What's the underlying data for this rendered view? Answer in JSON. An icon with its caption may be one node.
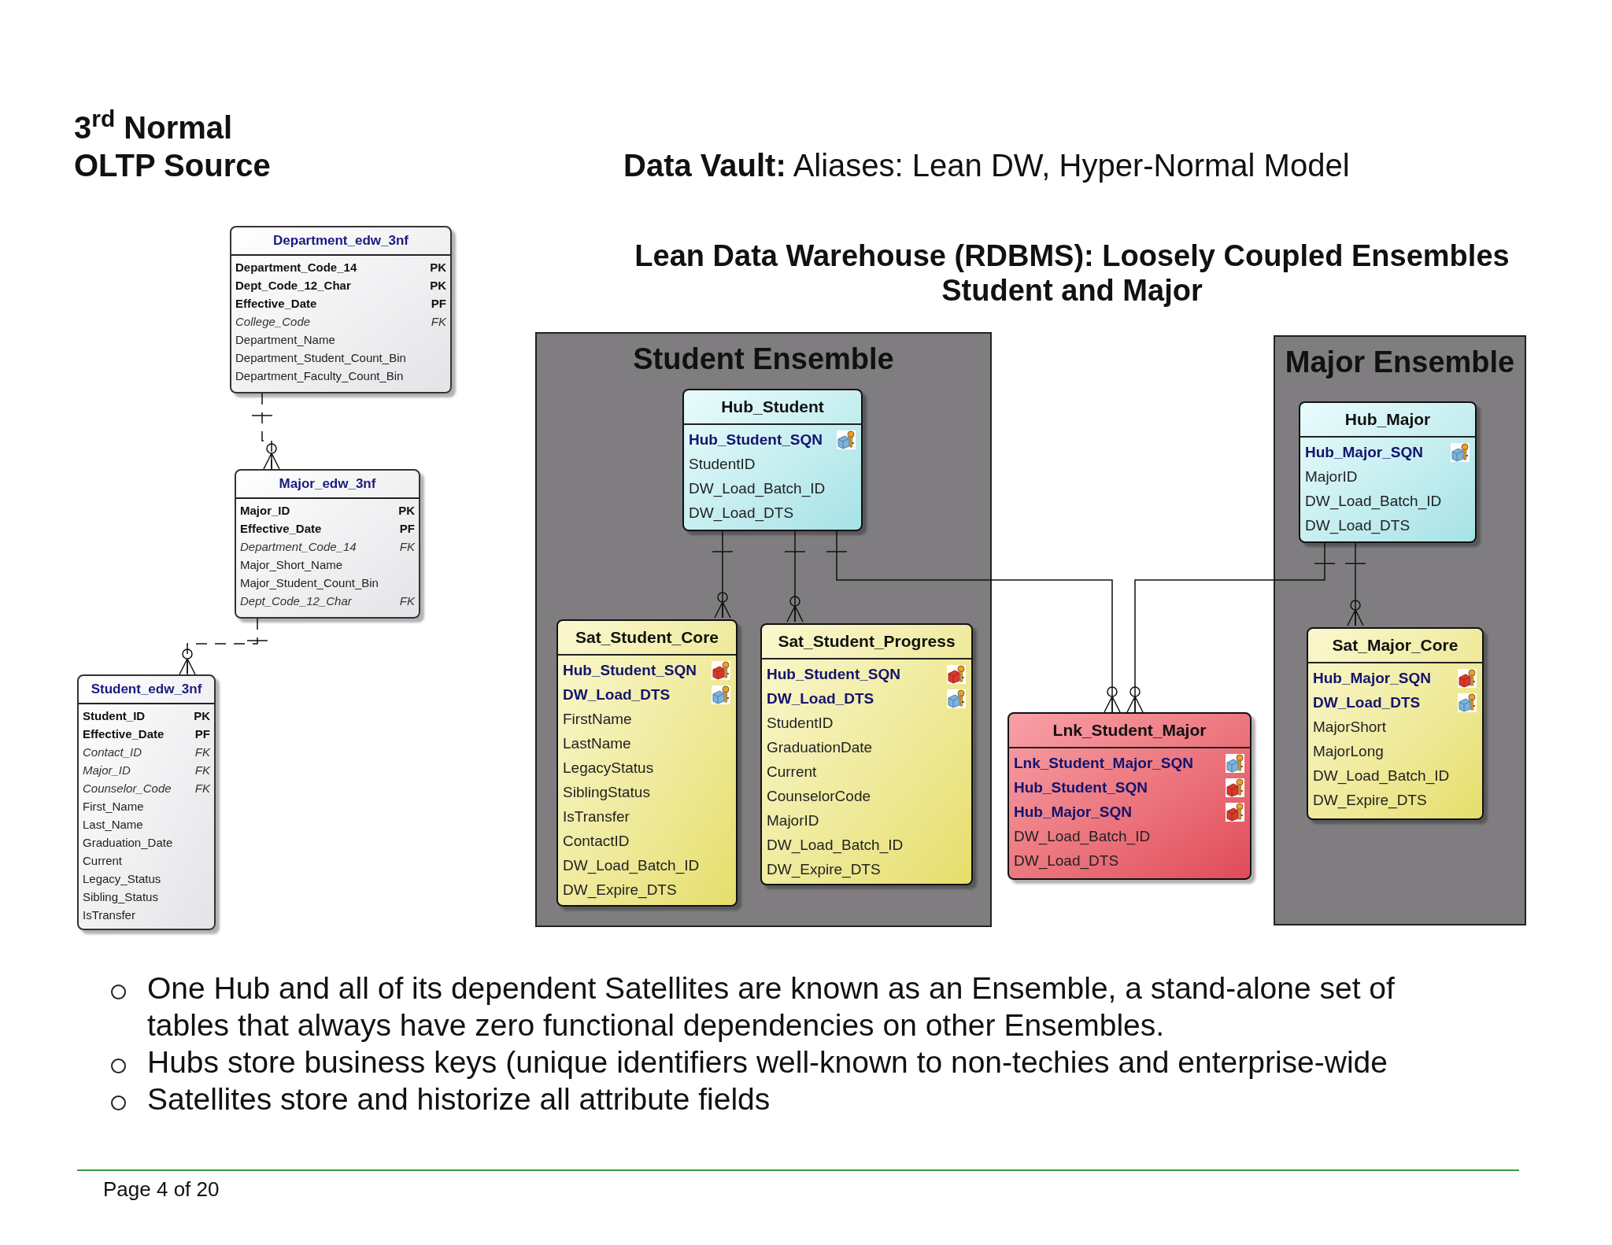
{
  "diagram": {
    "title": "Lean Data Warehouse (RDBMS):  Loosely Coupled Ensembles Student and Major",
    "nodes": [
      {
        "text": [
          "Department_edw_3nf",
          "Department_Code_14",
          "PK",
          "Dept_Code_12_Char",
          "PK",
          "Effective_Date",
          "PF",
          "College_Code",
          "FK",
          "Department_Name",
          "Department_Student_Count_Bin",
          "Department_Faculty_Count_Bin"
        ]
      },
      {
        "text": [
          "Major_edw_3nf",
          "Major_ID",
          "PK",
          "Effective_Date",
          "PF",
          "Department_Code_14",
          "FK",
          "Major_Short_Name",
          "Major_Student_Count_Bin",
          "Dept_Code_12_Char",
          "FK"
        ]
      },
      {
        "text": [
          "Student_edw_3nf",
          "Student_ID",
          "PK",
          "Effective_Date",
          "PF",
          "Contact_ID",
          "FK",
          "Major_ID",
          "FK",
          "Counselor_Code",
          "FK",
          "First_Name",
          "Last_Name",
          "Graduation_Date",
          "Current",
          "Legacy_Status",
          "Sibling_Status",
          "IsTransfer"
        ]
      },
      {
        "text": [
          "Student Ensemble"
        ]
      },
      {
        "in": 3,
        "text": [
          "Hub_Student",
          "Hub_Student_SQN",
          "StudentID",
          "DW_Load_Batch_ID",
          "DW_Load_DTS"
        ]
      },
      {
        "in": 3,
        "text": [
          "Sat_Student_Core",
          "Hub_Student_SQN",
          "DW_Load_DTS",
          "FirstName",
          "LastName",
          "LegacyStatus",
          "SiblingStatus",
          "IsTransfer",
          "ContactID",
          "DW_Load_Batch_ID",
          "DW_Expire_DTS"
        ]
      },
      {
        "in": 3,
        "text": [
          "Sat_Student_Progress",
          "Hub_Student_SQN",
          "DW_Load_DTS",
          "StudentID",
          "GraduationDate",
          "Current",
          "CounselorCode",
          "MajorID",
          "DW_Load_Batch_ID",
          "DW_Expire_DTS"
        ]
      },
      {
        "text": [
          "Lnk_Student_Major",
          "Lnk_Student_Major_SQN",
          "Hub_Student_SQN",
          "Hub_Major_SQN",
          "DW_Load_Batch_ID",
          "DW_Load_DTS"
        ]
      },
      {
        "text": [
          "Major Ensemble"
        ]
      },
      {
        "in": 8,
        "text": [
          "Hub_Major",
          "Hub_Major_SQN",
          "MajorID",
          "DW_Load_Batch_ID",
          "DW_Load_DTS"
        ]
      },
      {
        "in": 8,
        "text": [
          "Sat_Major_Core",
          "Hub_Major_SQN",
          "DW_Load_DTS",
          "MajorShort",
          "MajorLong",
          "DW_Load_Batch_ID",
          "DW_Expire_DTS"
        ]
      }
    ],
    "edges": [
      {
        "from": 0,
        "to": 1,
        "arrow": "other",
        "style": "dashed"
      },
      {
        "from": 1,
        "to": 2,
        "arrow": "other",
        "style": "dashed"
      },
      {
        "from": 4,
        "to": 5,
        "arrow": "other"
      },
      {
        "from": 4,
        "to": 6,
        "arrow": "other"
      },
      {
        "from": 4,
        "to": 7,
        "arrow": "other"
      },
      {
        "from": 9,
        "to": 7,
        "arrow": "other"
      },
      {
        "from": 9,
        "to": 10,
        "arrow": "other"
      }
    ],
    "labels": [
      "3$^{rd}$ Normal OLTP Source",
      "**Data Vault:**  Aliases: Lean DW, Hyper-Normal Model",
      "One Hub and all of its dependent Satellites are known as an Ensemble, a stand-alone set of tables that always have zero functional dependencies on other Ensembles.",
      "Hubs store business keys (unique identifiers well-known to non-techies and enterprise-wide",
      "Satellites store and historize all attribute fields",
      "Page 4 of 20"
    ]
  }
}
